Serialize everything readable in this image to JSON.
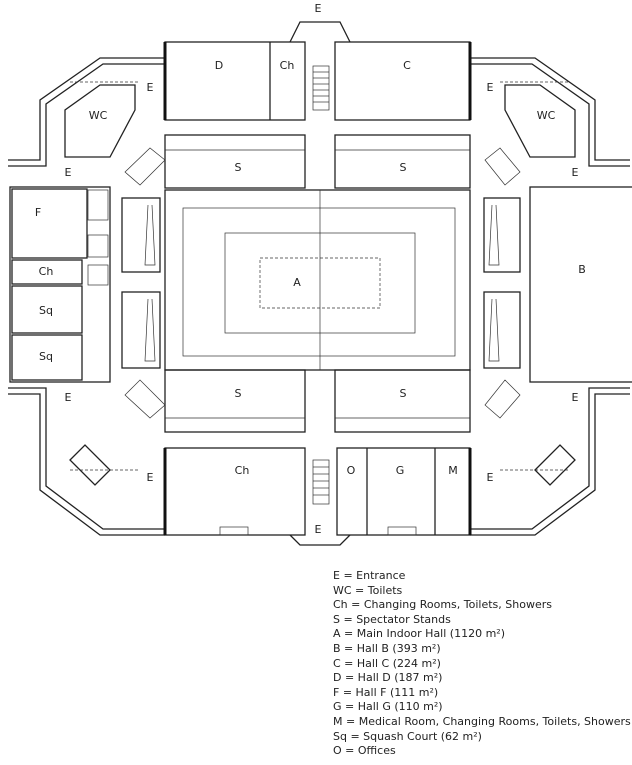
{
  "plan": {
    "labels": {
      "D": "D",
      "Ch_top": "Ch",
      "C": "C",
      "S_tl": "S",
      "S_tr": "S",
      "S_bl": "S",
      "S_br": "S",
      "A": "A",
      "B": "B",
      "F": "F",
      "Ch_left": "Ch",
      "Sq1": "Sq",
      "Sq2": "Sq",
      "WC_left": "WC",
      "WC_right": "WC",
      "Ch_bottom": "Ch",
      "O": "O",
      "G": "G",
      "M": "M",
      "E": "E"
    }
  },
  "legend": [
    "E = Entrance",
    "WC = Toilets",
    "Ch = Changing Rooms, Toilets, Showers",
    "S = Spectator Stands",
    "A = Main Indoor Hall (1120 m²)",
    "B = Hall B (393 m²)",
    "C = Hall C (224 m²)",
    "D = Hall D (187 m²)",
    "F = Hall F (111 m²)",
    "G = Hall G (110 m²)",
    "M = Medical Room, Changing Rooms, Toilets, Showers",
    "Sq = Squash Court (62 m²)",
    "O = Offices"
  ]
}
